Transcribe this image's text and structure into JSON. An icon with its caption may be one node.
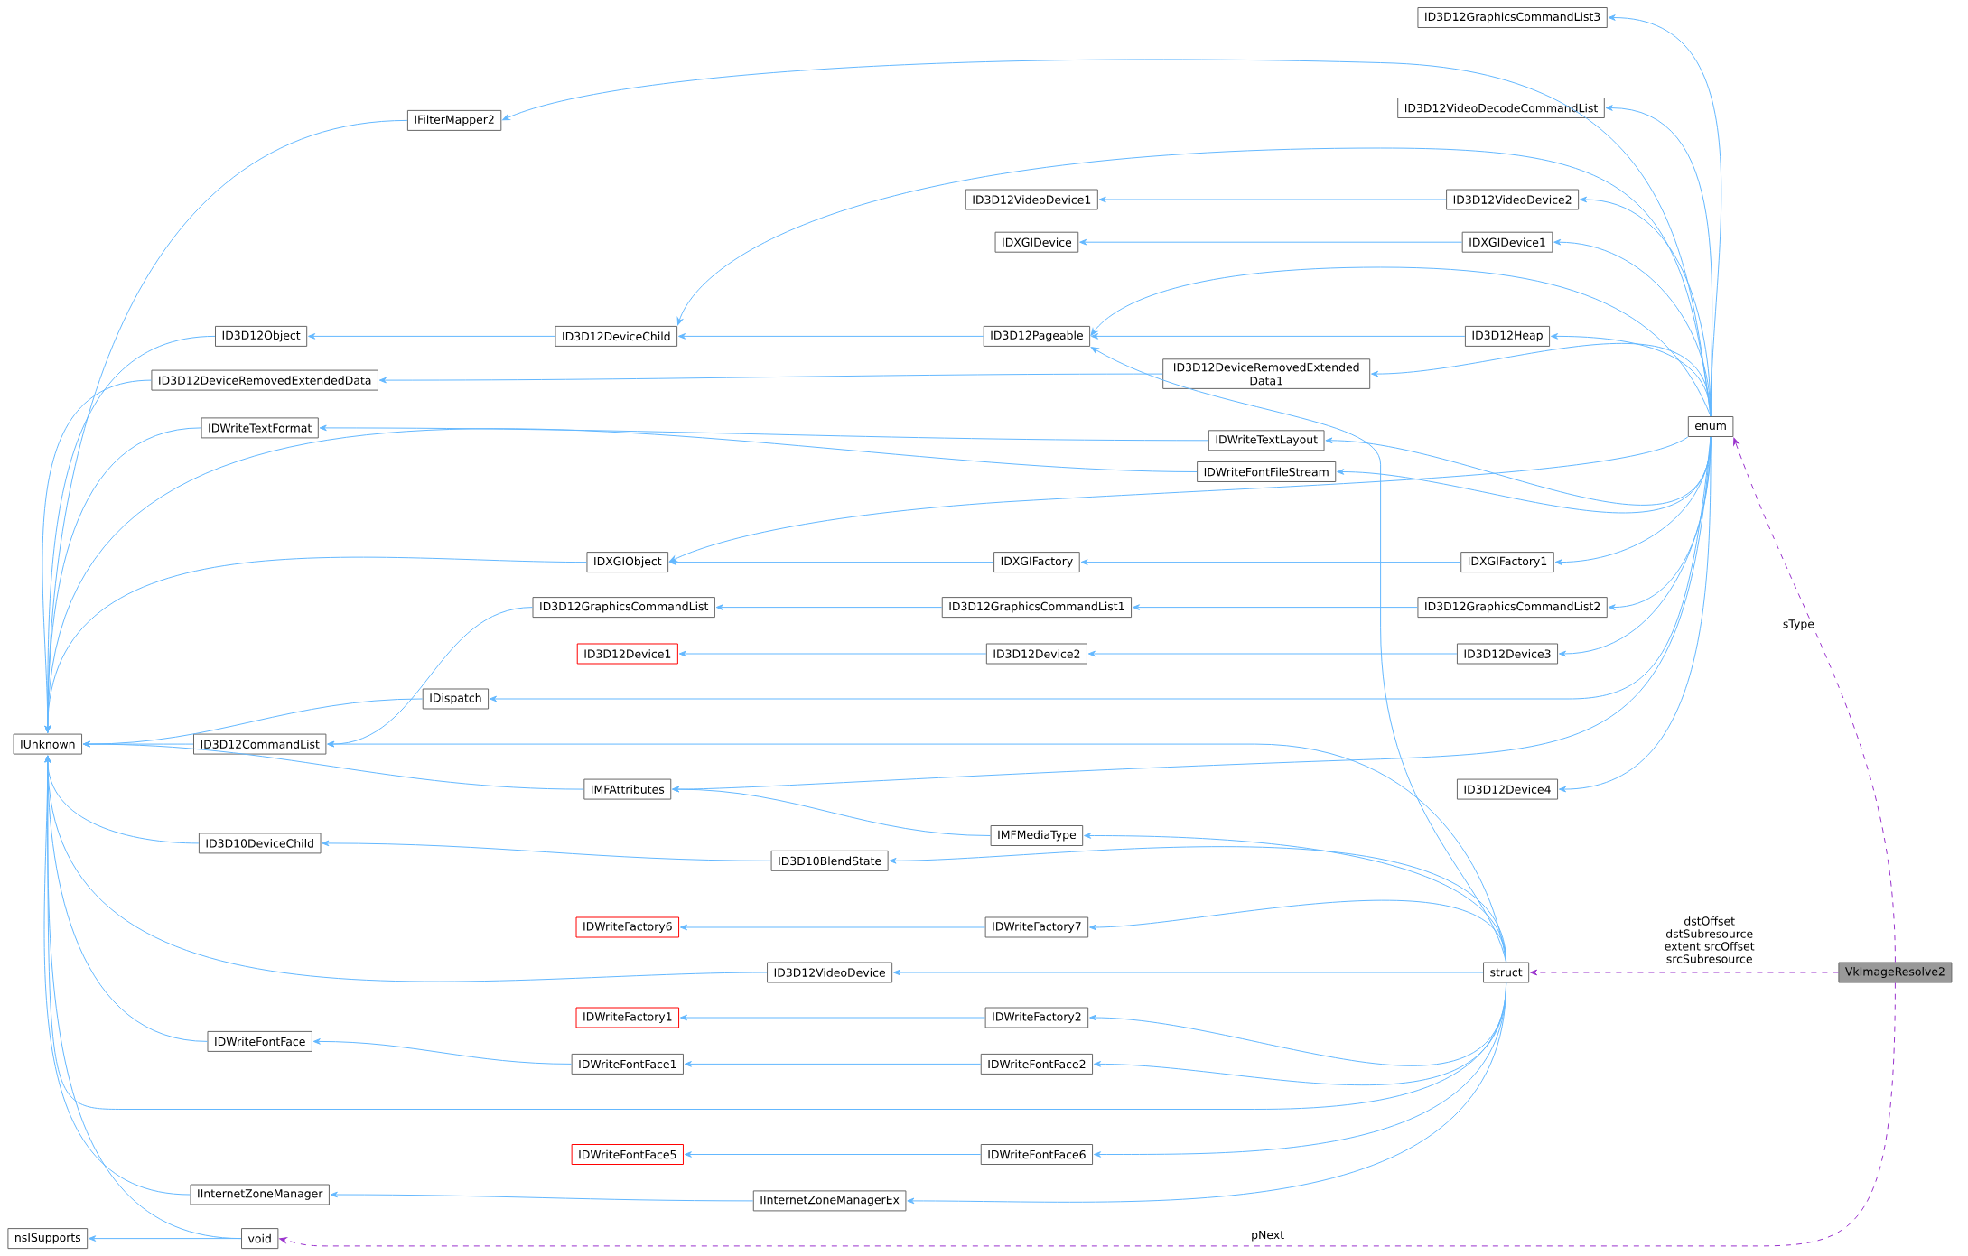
{
  "diagram": {
    "nodes": [
      {
        "text": [
          "ID3D12GraphicsCommandList3"
        ]
      },
      {
        "text": [
          "ID3D12VideoDecodeCommandList"
        ]
      },
      {
        "text": [
          "IFilterMapper2"
        ]
      },
      {
        "text": [
          "ID3D12VideoDevice1"
        ]
      },
      {
        "text": [
          "ID3D12VideoDevice2"
        ]
      },
      {
        "text": [
          "IDXGIDevice"
        ]
      },
      {
        "text": [
          "IDXGIDevice1"
        ]
      },
      {
        "text": [
          "ID3D12Object"
        ]
      },
      {
        "text": [
          "ID3D12DeviceChild"
        ]
      },
      {
        "text": [
          "ID3D12Pageable"
        ]
      },
      {
        "text": [
          "ID3D12Heap"
        ]
      },
      {
        "text": [
          "ID3D12DeviceRemovedExtendedData"
        ]
      },
      {
        "text": [
          "ID3D12DeviceRemovedExtended Data1"
        ]
      },
      {
        "text": [
          "enum"
        ]
      },
      {
        "text": [
          "IDWriteTextFormat"
        ]
      },
      {
        "text": [
          "IDWriteTextLayout"
        ]
      },
      {
        "text": [
          "IDWriteFontFileStream"
        ]
      },
      {
        "text": [
          "IDXGIObject"
        ]
      },
      {
        "text": [
          "IDXGIFactory"
        ]
      },
      {
        "text": [
          "IDXGIFactory1"
        ]
      },
      {
        "text": [
          "ID3D12GraphicsCommandList"
        ]
      },
      {
        "text": [
          "ID3D12GraphicsCommandList1"
        ]
      },
      {
        "text": [
          "ID3D12GraphicsCommandList2"
        ]
      },
      {
        "text": [
          "ID3D12Device1"
        ]
      },
      {
        "text": [
          "ID3D12Device2"
        ]
      },
      {
        "text": [
          "ID3D12Device3"
        ]
      },
      {
        "text": [
          "IDispatch"
        ]
      },
      {
        "text": [
          "IUnknown"
        ]
      },
      {
        "text": [
          "ID3D12CommandList"
        ]
      },
      {
        "text": [
          "IMFAttributes"
        ]
      },
      {
        "text": [
          "ID3D12Device4"
        ]
      },
      {
        "text": [
          "IMFMediaType"
        ]
      },
      {
        "text": [
          "ID3D10DeviceChild"
        ]
      },
      {
        "text": [
          "ID3D10BlendState"
        ]
      },
      {
        "text": [
          "IDWriteFactory6"
        ]
      },
      {
        "text": [
          "IDWriteFactory7"
        ]
      },
      {
        "text": [
          "ID3D12VideoDevice"
        ]
      },
      {
        "text": [
          "struct"
        ]
      },
      {
        "text": [
          "VkImageResolve2"
        ]
      },
      {
        "text": [
          "IDWriteFactory1"
        ]
      },
      {
        "text": [
          "IDWriteFactory2"
        ]
      },
      {
        "text": [
          "IDWriteFontFace"
        ]
      },
      {
        "text": [
          "IDWriteFontFace1"
        ]
      },
      {
        "text": [
          "IDWriteFontFace2"
        ]
      },
      {
        "text": [
          "IDWriteFontFace5"
        ]
      },
      {
        "text": [
          "IDWriteFontFace6"
        ]
      },
      {
        "text": [
          "IInternetZoneManager"
        ]
      },
      {
        "text": [
          "IInternetZoneManagerEx"
        ]
      },
      {
        "text": [
          "nsISupports"
        ]
      },
      {
        "text": [
          "void"
        ]
      }
    ],
    "edges": [
      {
        "from": 13,
        "to": 0,
        "arrow": "to"
      },
      {
        "from": 13,
        "to": 1,
        "arrow": "to"
      },
      {
        "from": 13,
        "to": 2,
        "arrow": "to"
      },
      {
        "from": 13,
        "to": 8,
        "arrow": "to"
      },
      {
        "from": 13,
        "to": 4,
        "arrow": "to"
      },
      {
        "from": 13,
        "to": 6,
        "arrow": "to"
      },
      {
        "from": 13,
        "to": 9,
        "arrow": "to"
      },
      {
        "from": 13,
        "to": 10,
        "arrow": "to"
      },
      {
        "from": 13,
        "to": 12,
        "arrow": "to"
      },
      {
        "from": 13,
        "to": 15,
        "arrow": "to"
      },
      {
        "from": 13,
        "to": 16,
        "arrow": "to"
      },
      {
        "from": 13,
        "to": 17,
        "arrow": "to"
      },
      {
        "from": 13,
        "to": 19,
        "arrow": "to"
      },
      {
        "from": 13,
        "to": 22,
        "arrow": "to"
      },
      {
        "from": 13,
        "to": 25,
        "arrow": "to"
      },
      {
        "from": 13,
        "to": 26,
        "arrow": "to"
      },
      {
        "from": 13,
        "to": 29,
        "arrow": "to"
      },
      {
        "from": 13,
        "to": 30,
        "arrow": "to"
      },
      {
        "from": 4,
        "to": 3,
        "arrow": "to"
      },
      {
        "from": 6,
        "to": 5,
        "arrow": "to"
      },
      {
        "from": 2,
        "to": 27,
        "arrow": "to"
      },
      {
        "from": 8,
        "to": 7,
        "arrow": "to"
      },
      {
        "from": 7,
        "to": 27,
        "arrow": "to"
      },
      {
        "from": 9,
        "to": 8,
        "arrow": "to"
      },
      {
        "from": 10,
        "to": 9,
        "arrow": "to"
      },
      {
        "from": 12,
        "to": 11,
        "arrow": "to"
      },
      {
        "from": 11,
        "to": 27,
        "arrow": "to"
      },
      {
        "from": 15,
        "to": 14,
        "arrow": "to"
      },
      {
        "from": 14,
        "to": 27,
        "arrow": "to"
      },
      {
        "from": 16,
        "to": 27,
        "arrow": "to"
      },
      {
        "from": 17,
        "to": 27,
        "arrow": "to"
      },
      {
        "from": 18,
        "to": 17,
        "arrow": "to"
      },
      {
        "from": 19,
        "to": 18,
        "arrow": "to"
      },
      {
        "from": 20,
        "to": 28,
        "arrow": "to"
      },
      {
        "from": 21,
        "to": 20,
        "arrow": "to"
      },
      {
        "from": 22,
        "to": 21,
        "arrow": "to"
      },
      {
        "from": 24,
        "to": 23,
        "arrow": "to"
      },
      {
        "from": 25,
        "to": 24,
        "arrow": "to"
      },
      {
        "from": 26,
        "to": 27,
        "arrow": "to"
      },
      {
        "from": 28,
        "to": 27,
        "arrow": "to"
      },
      {
        "from": 29,
        "to": 27,
        "arrow": "to"
      },
      {
        "from": 31,
        "to": 29,
        "arrow": "to"
      },
      {
        "from": 32,
        "to": 27,
        "arrow": "to"
      },
      {
        "from": 33,
        "to": 32,
        "arrow": "to"
      },
      {
        "from": 35,
        "to": 34,
        "arrow": "to"
      },
      {
        "from": 36,
        "to": 27,
        "arrow": "to"
      },
      {
        "from": 40,
        "to": 39,
        "arrow": "to"
      },
      {
        "from": 41,
        "to": 27,
        "arrow": "to"
      },
      {
        "from": 42,
        "to": 41,
        "arrow": "to"
      },
      {
        "from": 43,
        "to": 42,
        "arrow": "to"
      },
      {
        "from": 45,
        "to": 44,
        "arrow": "to"
      },
      {
        "from": 46,
        "to": 27,
        "arrow": "to"
      },
      {
        "from": 47,
        "to": 46,
        "arrow": "to"
      },
      {
        "from": 49,
        "to": 27,
        "arrow": "to"
      },
      {
        "from": 49,
        "to": 48,
        "arrow": "to"
      },
      {
        "from": 37,
        "to": 27,
        "arrow": "to"
      },
      {
        "from": 37,
        "to": 9,
        "arrow": "to"
      },
      {
        "from": 37,
        "to": 28,
        "arrow": "to"
      },
      {
        "from": 37,
        "to": 31,
        "arrow": "to"
      },
      {
        "from": 37,
        "to": 33,
        "arrow": "to"
      },
      {
        "from": 37,
        "to": 35,
        "arrow": "to"
      },
      {
        "from": 37,
        "to": 36,
        "arrow": "to"
      },
      {
        "from": 37,
        "to": 40,
        "arrow": "to"
      },
      {
        "from": 37,
        "to": 43,
        "arrow": "to"
      },
      {
        "from": 37,
        "to": 45,
        "arrow": "to"
      },
      {
        "from": 37,
        "to": 47,
        "arrow": "to"
      },
      {
        "from": 38,
        "to": 13,
        "arrow": "to",
        "label": "sType",
        "style": "dashed",
        "color": "#9a32cd"
      },
      {
        "from": 38,
        "to": 37,
        "arrow": "to",
        "label": "dstOffset dstSubresource extent srcOffset srcSubresource",
        "style": "dashed",
        "color": "#9a32cd"
      },
      {
        "from": 38,
        "to": 49,
        "arrow": "to",
        "label": "pNext",
        "style": "dashed",
        "color": "#9a32cd"
      }
    ]
  }
}
